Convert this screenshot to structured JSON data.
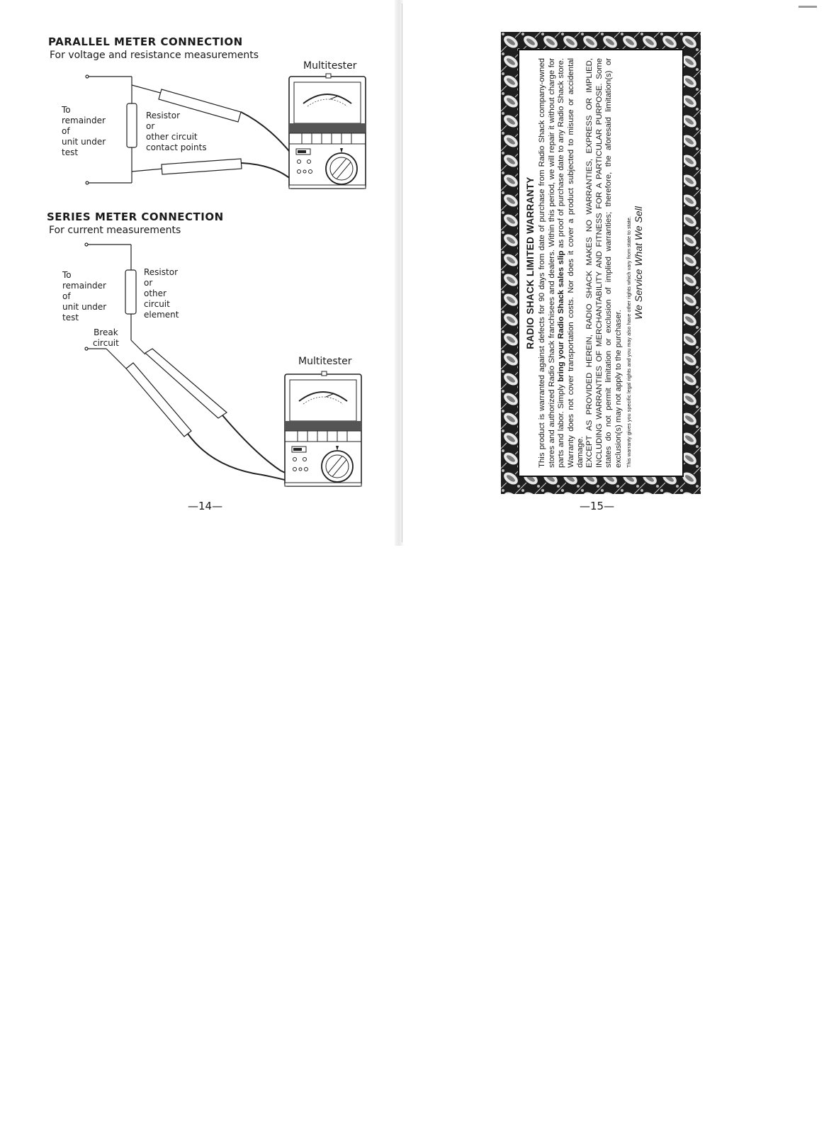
{
  "left_page": {
    "parallel": {
      "title": "PARALLEL METER CONNECTION",
      "subtitle": "For voltage and resistance measurements",
      "left_label": "To\nremainder\nof\nunit under\ntest",
      "component_label": "Resistor\nor\nother circuit\ncontact points",
      "meter_label": "Multitester"
    },
    "series": {
      "title": "SERIES METER CONNECTION",
      "subtitle": "For current measurements",
      "left_label": "To\nremainder\nof\nunit under\ntest",
      "component_label": "Resistor\nor\nother\ncircuit\nelement",
      "break_label": "Break\ncircuit",
      "meter_label": "Multitester"
    },
    "page_number": "—14—"
  },
  "right_page": {
    "warranty": {
      "title": "RADIO SHACK LIMITED WARRANTY",
      "p1_a": "This product is warranted against defects for 90 days from date of purchase from Radio Shack company-owned stores and authorized Radio Shack franchisees and dealers. Within this period, we will repair it without charge for parts and labor. Simply ",
      "p1_b1": "bring your Radio Shack sales slip",
      "p1_c": " as proof of purchase date to any Radio Shack store. Warranty does not cover transportation costs. Nor does it cover a product subjected to misuse or accidental damage.",
      "p2": "EXCEPT AS PROVIDED HEREIN, RADIO SHACK MAKES NO WARRANTIES, EXPRESS OR IMPLIED, INCLUDING WARRANTIES OF MERCHANTABILITY AND FITNESS FOR A PARTICULAR PURPOSE. Some states do not permit limitation or exclusion of implied warranties; therefore, the aforesaid limitation(s) or exclusion(s) may not apply to the purchaser.",
      "fine_print": "This warranty gives you specific legal rights and you may also have other rights which vary from state to state.",
      "slogan": "We Service What We Sell"
    },
    "page_number": "—15—"
  }
}
